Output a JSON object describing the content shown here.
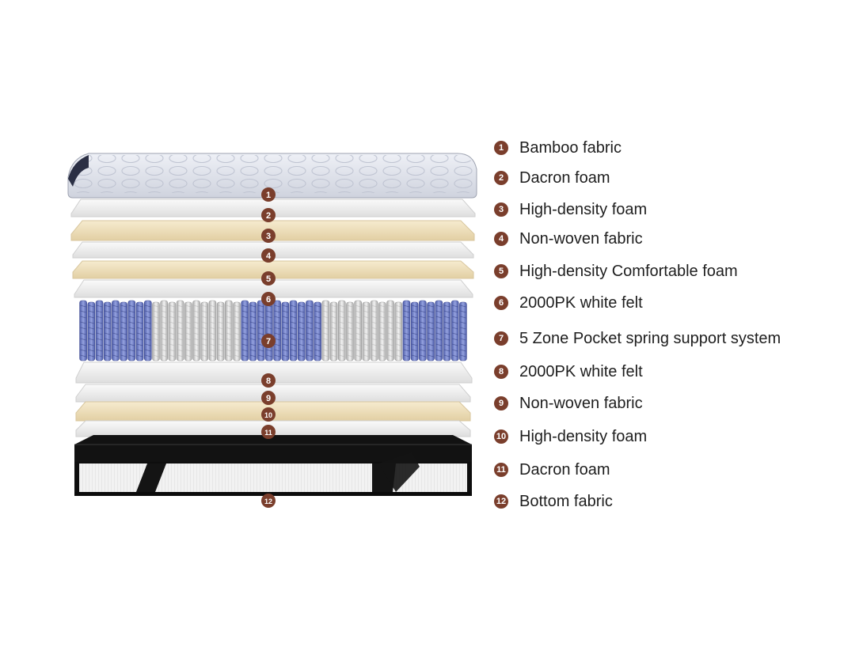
{
  "colors": {
    "badge": "#7a3e2c",
    "badge_text": "#ffffff",
    "quilted_top": "#e3e6ee",
    "white_layer": "#f1f1f1",
    "yellow_foam": "#f1e4c2",
    "blue_spring": "#6f7fc6",
    "white_spring": "#dcdcdc",
    "bottom_black": "#111111"
  },
  "layers": [
    {
      "number": "1",
      "label": "Bamboo fabric",
      "material": "quilted-top"
    },
    {
      "number": "2",
      "label": "Dacron foam",
      "material": "white"
    },
    {
      "number": "3",
      "label": "High-density foam",
      "material": "yellow"
    },
    {
      "number": "4",
      "label": "Non-woven fabric",
      "material": "white"
    },
    {
      "number": "5",
      "label": "High-density Comfortable foam",
      "material": "yellow"
    },
    {
      "number": "6",
      "label": "2000PK white felt",
      "material": "white"
    },
    {
      "number": "7",
      "label": "5 Zone Pocket spring support system",
      "material": "springs"
    },
    {
      "number": "8",
      "label": "2000PK white felt",
      "material": "white"
    },
    {
      "number": "9",
      "label": "Non-woven fabric",
      "material": "white"
    },
    {
      "number": "10",
      "label": "High-density foam",
      "material": "yellow"
    },
    {
      "number": "11",
      "label": "Dacron foam",
      "material": "white"
    },
    {
      "number": "12",
      "label": "Bottom fabric",
      "material": "bottom"
    }
  ]
}
